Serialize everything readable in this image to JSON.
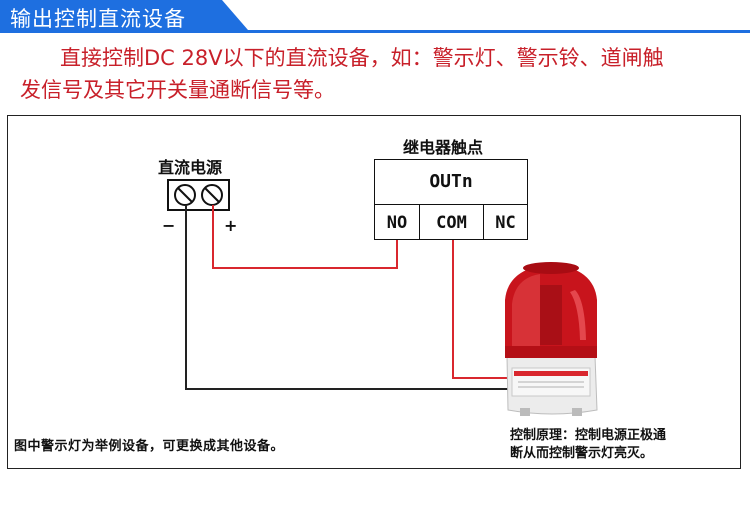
{
  "header": {
    "title": "输出控制直流设备",
    "bar_color": "#1e6fe0",
    "line_color": "#1e6fe0"
  },
  "description": {
    "line1": "直接控制DC 28V以下的直流设备，如：警示灯、警示铃、道闸触",
    "line2": "发信号及其它开关量通断信号等。",
    "color": "#c8202a"
  },
  "diagram": {
    "power_supply": {
      "title": "直流电源",
      "minus_label": "−",
      "plus_label": "+"
    },
    "relay": {
      "title": "继电器触点",
      "output_label": "OUTn",
      "terminals": [
        "NO",
        "COM",
        "NC"
      ]
    },
    "wires": {
      "positive_color": "#d9272e",
      "negative_color": "#222222"
    },
    "warning_light": {
      "name": "warning-light",
      "dome_color": "#c8141c",
      "base_color": "#e8e8e8"
    },
    "note_left": "图中警示灯为举例设备，可更换成其他设备。",
    "note_right_line1": "控制原理：控制电源正极通",
    "note_right_line2": "断从而控制警示灯亮灭。"
  }
}
